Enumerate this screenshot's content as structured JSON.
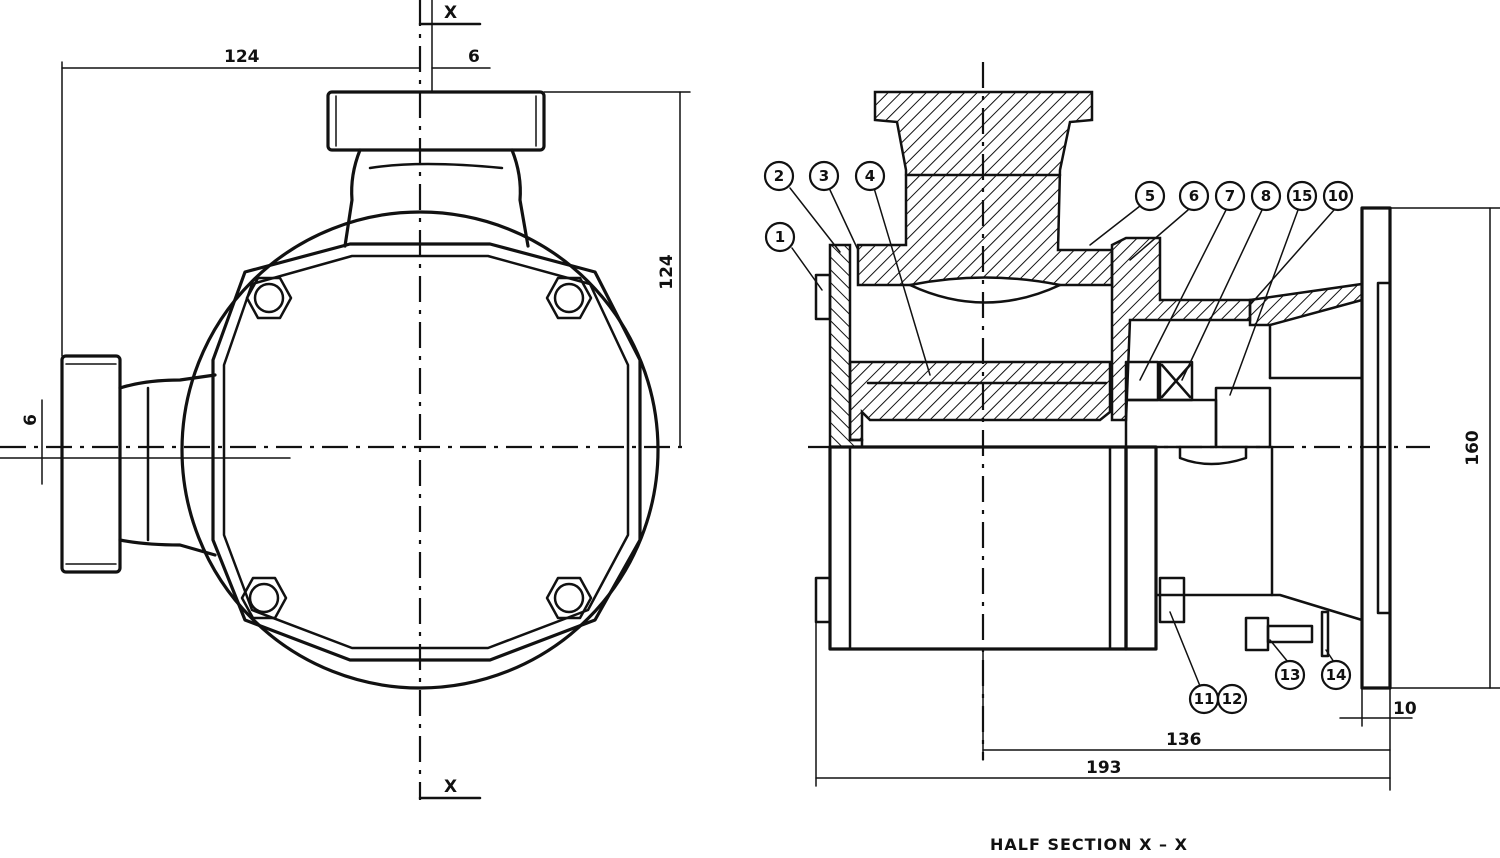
{
  "section_marks": {
    "top": "X",
    "bottom": "X"
  },
  "dimensions": {
    "left_width": "124",
    "left_offset_top": "6",
    "left_height": "124",
    "left_offset_side": "6",
    "right_height": "160",
    "right_flange": "10",
    "right_136": "136",
    "right_193": "193"
  },
  "callouts": [
    "1",
    "2",
    "3",
    "4",
    "5",
    "6",
    "7",
    "8",
    "15",
    "10",
    "11",
    "12",
    "13",
    "14"
  ],
  "caption": "HALF SECTION X – X"
}
